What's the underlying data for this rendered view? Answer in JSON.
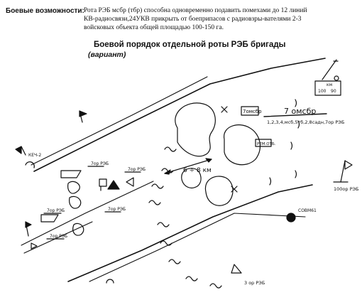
{
  "header": {
    "label": "Боевые возможности:",
    "text": "Рота РЭБ мсбр (тбр) способна одновременно подавить помехами до 12 линий КВ-радиосвязи,24УКВ прикрыть от боеприпасов с радиовзры-вателями 2-3 войсковых объекта общей площадью 100-150 га."
  },
  "diagram": {
    "title": "Боевой порядок отдельной роты РЭБ бригады",
    "subtitle": "(вариант)",
    "labels": {
      "unit_7omsbr": "7омсбр",
      "unit_7omsbr_big": "7 омсбр",
      "unit_7omsbr_detail": "1,2,3,4,мсб,5тб,2,8садн,7ор РЭБ",
      "label_kech2": "КЕЧ-2",
      "label_7orreb_a": "7ор РЭБ",
      "label_7orreb_b": "7ор РЭБ",
      "label_7orreb_c": "7ор РЭБ",
      "label_7orreb_d": "7ор РЭБ",
      "label_7orreb_e": "7ор РЭБ",
      "label_distance": "6 ÷ 8 км",
      "label_100orreb": "100ор РЭБ",
      "label_3orreb": "3 ор РЭБ",
      "label_sovm": "СОВМ61",
      "label_rem": "РЕМ.ОТБ.",
      "label_km": "км",
      "label_100": "100",
      "label_90": "90"
    }
  }
}
